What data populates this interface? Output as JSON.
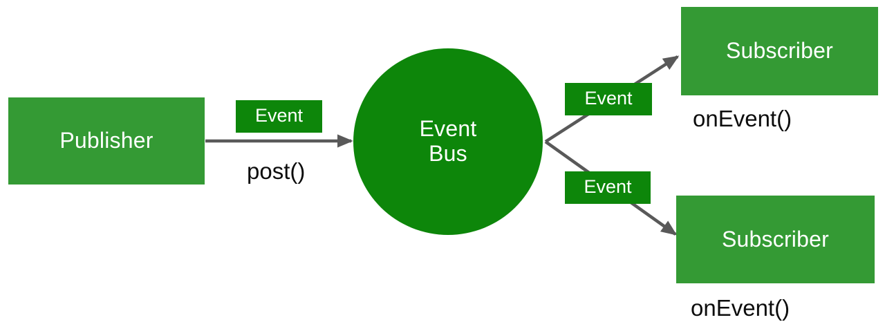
{
  "diagram": {
    "title": "Event Bus publish-subscribe diagram",
    "colors": {
      "node_green": "#349a34",
      "accent_green": "#0d860a",
      "arrow_gray": "#595959",
      "text_light": "#ffffff",
      "text_dark": "#0d0d0d",
      "background": "#ffffff"
    }
  },
  "nodes": {
    "publisher": {
      "label": "Publisher"
    },
    "event_bus": {
      "line1": "Event",
      "line2": "Bus"
    },
    "subscriber_top": {
      "label": "Subscriber"
    },
    "subscriber_bottom": {
      "label": "Subscriber"
    }
  },
  "tags": {
    "event_post": {
      "label": "Event"
    },
    "event_top": {
      "label": "Event"
    },
    "event_bottom": {
      "label": "Event"
    }
  },
  "captions": {
    "post": {
      "label": "post()"
    },
    "on_event_top": {
      "label": "onEvent()"
    },
    "on_event_bottom": {
      "label": "onEvent()"
    }
  },
  "edges": [
    {
      "name": "publisher-to-bus",
      "from": "publisher",
      "to": "event_bus",
      "label": "post()"
    },
    {
      "name": "bus-to-subscriber-top",
      "from": "event_bus",
      "to": "subscriber_top",
      "label": "onEvent()"
    },
    {
      "name": "bus-to-subscriber-bottom",
      "from": "event_bus",
      "to": "subscriber_bottom",
      "label": "onEvent()"
    }
  ]
}
